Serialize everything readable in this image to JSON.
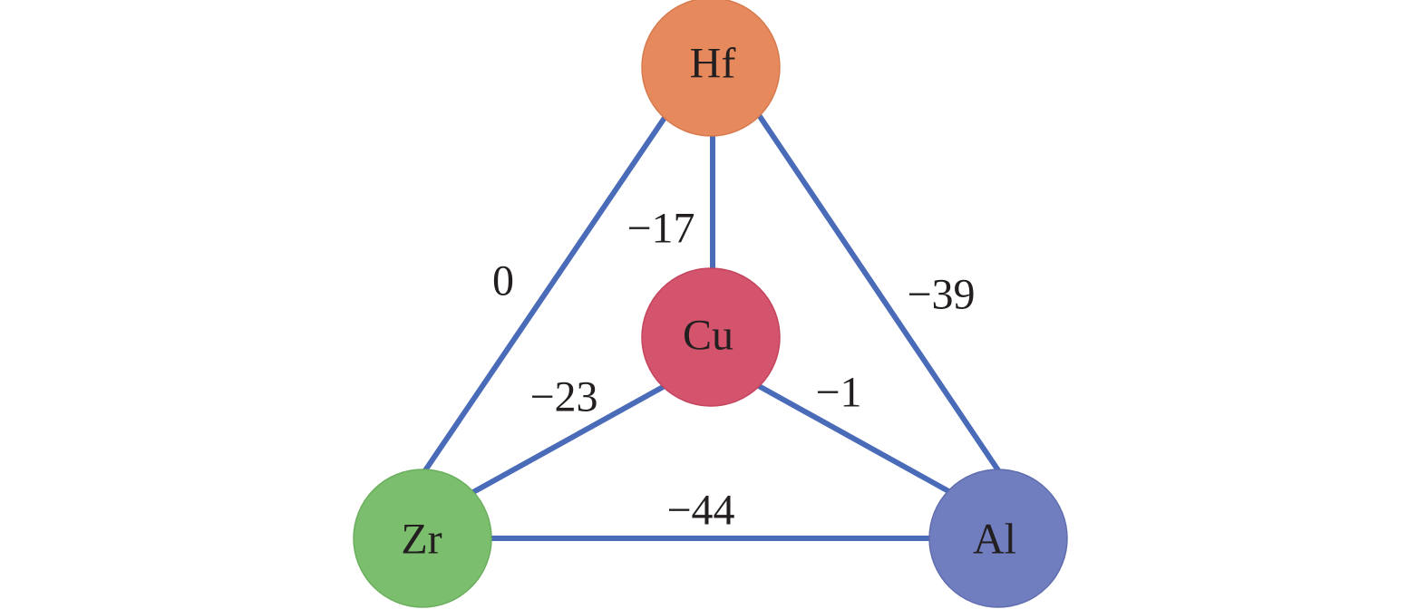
{
  "nodes": {
    "hf": {
      "label": "Hf",
      "color": "#e68a5e"
    },
    "cu": {
      "label": "Cu",
      "color": "#d4546d"
    },
    "zr": {
      "label": "Zr",
      "color": "#7bbf6e"
    },
    "al": {
      "label": "Al",
      "color": "#707dbe"
    }
  },
  "edges": {
    "hf_zr": {
      "from": "Hf",
      "to": "Zr",
      "label": "0"
    },
    "hf_cu": {
      "from": "Hf",
      "to": "Cu",
      "label": "−17"
    },
    "hf_al": {
      "from": "Hf",
      "to": "Al",
      "label": "−39"
    },
    "cu_zr": {
      "from": "Cu",
      "to": "Zr",
      "label": "−23"
    },
    "cu_al": {
      "from": "Cu",
      "to": "Al",
      "label": "−1"
    },
    "zr_al": {
      "from": "Zr",
      "to": "Al",
      "label": "−44"
    }
  },
  "edge_color": "#4a6bb8"
}
